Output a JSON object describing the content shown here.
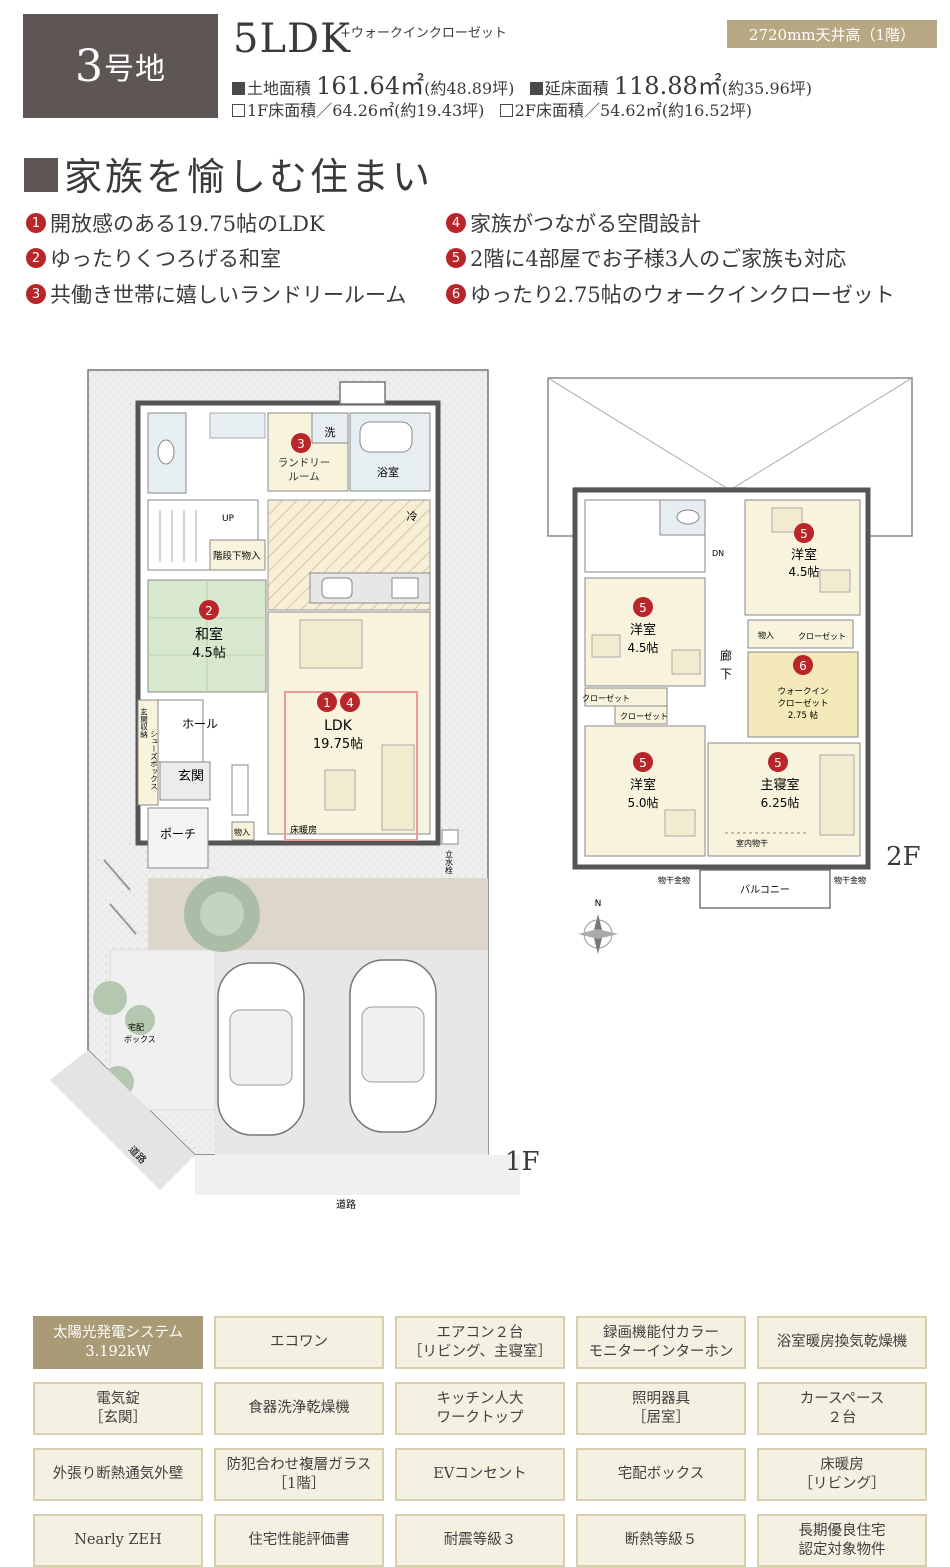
{
  "header": {
    "lot": "3",
    "lot_suffix": "号地",
    "plan_type": "5LDK",
    "plan_extra": "+ウォークインクローゼット",
    "ceiling": "2720mm天井高（1階）",
    "land_area_label": "土地面積",
    "land_area_value": "161.64㎡",
    "land_area_tsubo": "(約48.89坪)",
    "floor_area_label": "延床面積",
    "floor_area_value": "118.88㎡",
    "floor_area_tsubo": "(約35.96坪)",
    "f1_area": "1F床面積／64.26㎡(約19.43坪)",
    "f2_area": "2F床面積／54.62㎡(約16.52坪)"
  },
  "concept": "家族を愉しむ住まい",
  "features": [
    {
      "num": "1",
      "text": "開放感のある19.75帖のLDK"
    },
    {
      "num": "2",
      "text": "ゆったりくつろげる和室"
    },
    {
      "num": "3",
      "text": "共働き世帯に嬉しいランドリールーム"
    },
    {
      "num": "4",
      "text": "家族がつながる空間設計"
    },
    {
      "num": "5",
      "text": "2階に4部屋でお子様3人のご家族も対応"
    },
    {
      "num": "6",
      "text": "ゆったり2.75帖のウォークインクローゼット"
    }
  ],
  "floor1": {
    "label": "1F",
    "laundry": "ランドリー\nルーム",
    "wash": "洗",
    "bath": "浴室",
    "fridge": "冷",
    "up": "UP",
    "under_stair": "階段下物入",
    "washitsu": "和室",
    "washitsu_size": "4.5帖",
    "hall": "ホール",
    "genkan": "玄関",
    "genkan_storage": "玄関収納",
    "shoes_box": "シューズボックス",
    "porch": "ポーチ",
    "monoire": "物入",
    "ldk": "LDK",
    "ldk_size": "19.75帖",
    "floor_heating": "床暖房",
    "faucet": "立水栓",
    "delivery_box": "宅配\nボックス",
    "road1": "道路",
    "road2": "道路"
  },
  "floor2": {
    "label": "2F",
    "dn": "DN",
    "room_a": "洋室",
    "room_a_size": "4.5帖",
    "room_b": "洋室",
    "room_b_size": "4.5帖",
    "room_c": "洋室",
    "room_c_size": "5.0帖",
    "master": "主寝室",
    "master_size": "6.25帖",
    "corridor": "廊下",
    "closet": "クローゼット",
    "monoire": "物入",
    "wic": "ウォークイン\nクローゼット\n2.75 帖",
    "indoor_dry": "室内物干",
    "hanger_l": "物干金物",
    "hanger_r": "物干金物",
    "balcony": "バルコニー",
    "north": "N"
  },
  "equipment": [
    {
      "text": "太陽光発電システム\n3.192kW",
      "highlight": true
    },
    {
      "text": "エコワン"
    },
    {
      "text": "エアコン２台\n［リビング、主寝室］"
    },
    {
      "text": "録画機能付カラー\nモニターインターホン"
    },
    {
      "text": "浴室暖房換気乾燥機"
    },
    {
      "text": "電気錠\n［玄関］"
    },
    {
      "text": "食器洗浄乾燥機"
    },
    {
      "text": "キッチン人大\nワークトップ"
    },
    {
      "text": "照明器具\n［居室］"
    },
    {
      "text": "カースペース\n２台"
    },
    {
      "text": "外張り断熱通気外壁"
    },
    {
      "text": "防犯合わせ複層ガラス\n［1階］"
    },
    {
      "text": "EVコンセント"
    },
    {
      "text": "宅配ボックス"
    },
    {
      "text": "床暖房\n［リビング］"
    },
    {
      "text": "Nearly ZEH"
    },
    {
      "text": "住宅性能評価書"
    },
    {
      "text": "耐震等級３"
    },
    {
      "text": "断熱等級５"
    },
    {
      "text": "長期優良住宅\n認定対象物件"
    }
  ],
  "colors": {
    "badge": "#5e5654",
    "accent_gold": "#b7a782",
    "marker_red": "#b8262a",
    "room_cream": "#f8f3dd",
    "tatami": "#d8e8cf"
  }
}
